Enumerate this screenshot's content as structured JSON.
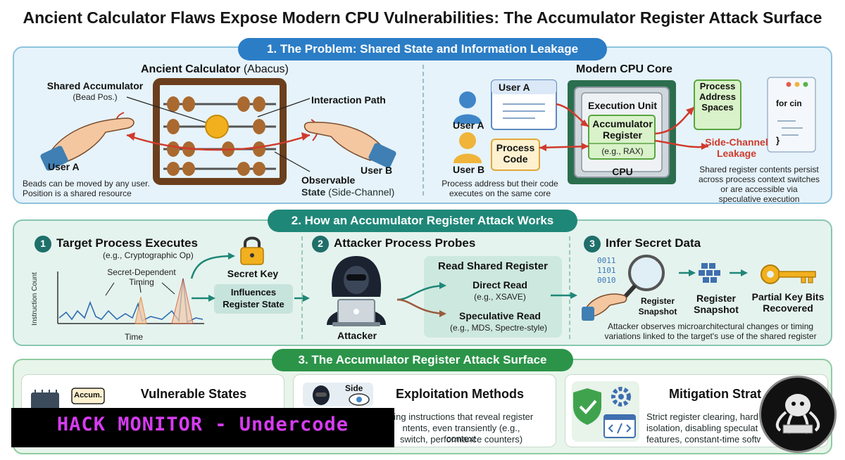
{
  "title": "Ancient Calculator Flaws Expose Modern CPU Vulnerabilities: The Accumulator Register Attack Surface",
  "section1": {
    "pill": "1. The Problem: Shared State and Information Leakage",
    "left": {
      "title_bold": "Ancient Calculator",
      "title_rest": "(Abacus)",
      "shared_acc": "Shared Accumulator",
      "bead_pos": "(Bead Pos.)",
      "interaction_path": "Interaction Path",
      "user_a": "User A",
      "user_b": "User B",
      "observable": "Observable",
      "state_bold": "State",
      "state_rest": "(Side-Channel)",
      "note1": "Beads can be moved by any user.",
      "note2": "Position is a shared resource"
    },
    "right": {
      "title": "Modern CPU Core",
      "user_a_box": "User A",
      "user_a": "User A",
      "user_b": "User B",
      "process_code": "Process Code",
      "exec_unit": "Execution Unit",
      "acc_register": "Accumulator Register",
      "rax": "(e.g., RAX)",
      "cpu": "CPU",
      "pas": "Process Address Spaces",
      "code_line": "for cin",
      "brace": "}",
      "side_channel": "Side-Channel",
      "leakage": "Leakage",
      "note_left1": "Process address but their code",
      "note_left2": "executes on the same core",
      "note_right1": "Shared register contents persist",
      "note_right2": "across process context switches",
      "note_right3": "or are accessible via",
      "note_right4": "speculative execution"
    }
  },
  "section2": {
    "pill": "2. How an Accumulator Register Attack Works",
    "step1": {
      "num": "1",
      "title": "Target Process Executes",
      "sub": "(e.g., Cryptographic Op)",
      "secret_dep": "Secret-Dependent",
      "timing": "Timing",
      "ylabel": "Instruction Count",
      "xlabel": "Time",
      "secret_key": "Secret Key",
      "influences": "Influences",
      "register_state": "Register State"
    },
    "step2": {
      "num": "2",
      "title": "Attacker Process Probes",
      "attacker": "Attacker",
      "read_shared": "Read Shared Register",
      "direct_read": "Direct Read",
      "xsave": "(e.g., XSAVE)",
      "spec_read": "Speculative Read",
      "mds": "(e.g., MDS, Spectre-style)"
    },
    "step3": {
      "num": "3",
      "title": "Infer Secret Data",
      "bits": [
        "0011",
        "1101",
        "0010"
      ],
      "register1": "Register",
      "snapshot1": "Snapshot",
      "register2": "Register",
      "snapshot2": "Snapshot",
      "partial": "Partial Key Bits",
      "recovered": "Recovered",
      "note1": "Attacker observes microarchitectural changes or timing",
      "note2": "variations linked to the target's use of the shared register"
    }
  },
  "section3": {
    "pill": "3. The Accumulator Register Attack Surface",
    "card1": {
      "title": "Vulnerable States",
      "tag": "Accum."
    },
    "card2": {
      "title": "Exploitation Methods",
      "tag": "Side",
      "l1": "sing instructions that reveal register",
      "l2": "ntents, even transiently (e.g., context",
      "l3": "switch, performance counters)"
    },
    "card3": {
      "title": "Mitigation Strat",
      "l1": "Strict register clearing, hard",
      "l2": "isolation, disabling speculat",
      "l3": "features, constant-time softw"
    }
  },
  "banner": "HACK MONITOR - Undercode",
  "colors": {
    "blue_accent": "#2b7dc6",
    "teal_accent": "#1f8778",
    "green_accent": "#2b9448",
    "leak_red": "#d03a2c",
    "banner_text": "#d63cf0"
  }
}
